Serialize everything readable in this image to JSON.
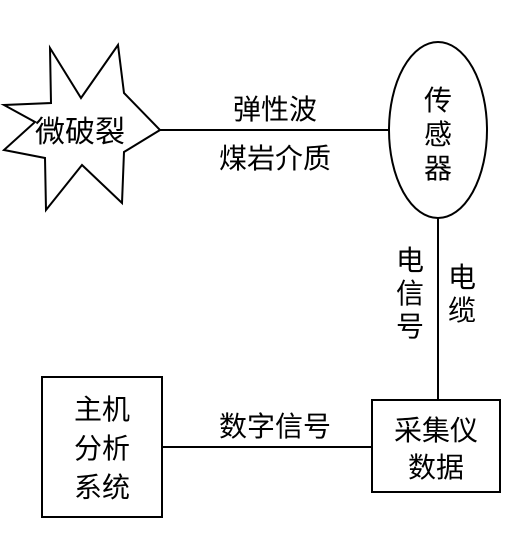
{
  "nodes": {
    "microfracture": {
      "label": "微破裂"
    },
    "sensor": {
      "lines": [
        "传",
        "感",
        "器"
      ]
    },
    "collector": {
      "lines": [
        "采集仪",
        "数据"
      ]
    },
    "host": {
      "lines": [
        "主机",
        "分析",
        "系统"
      ]
    }
  },
  "edges": {
    "wave": {
      "top_label": "弹性波",
      "bottom_label": "煤岩介质"
    },
    "cable": {
      "left_label": [
        "电",
        "信",
        "号"
      ],
      "right_label": [
        "电",
        "缆"
      ]
    },
    "digital": {
      "label": "数字信号"
    }
  },
  "colors": {
    "stroke": "#000000",
    "fill": "#ffffff",
    "text": "#000000"
  }
}
